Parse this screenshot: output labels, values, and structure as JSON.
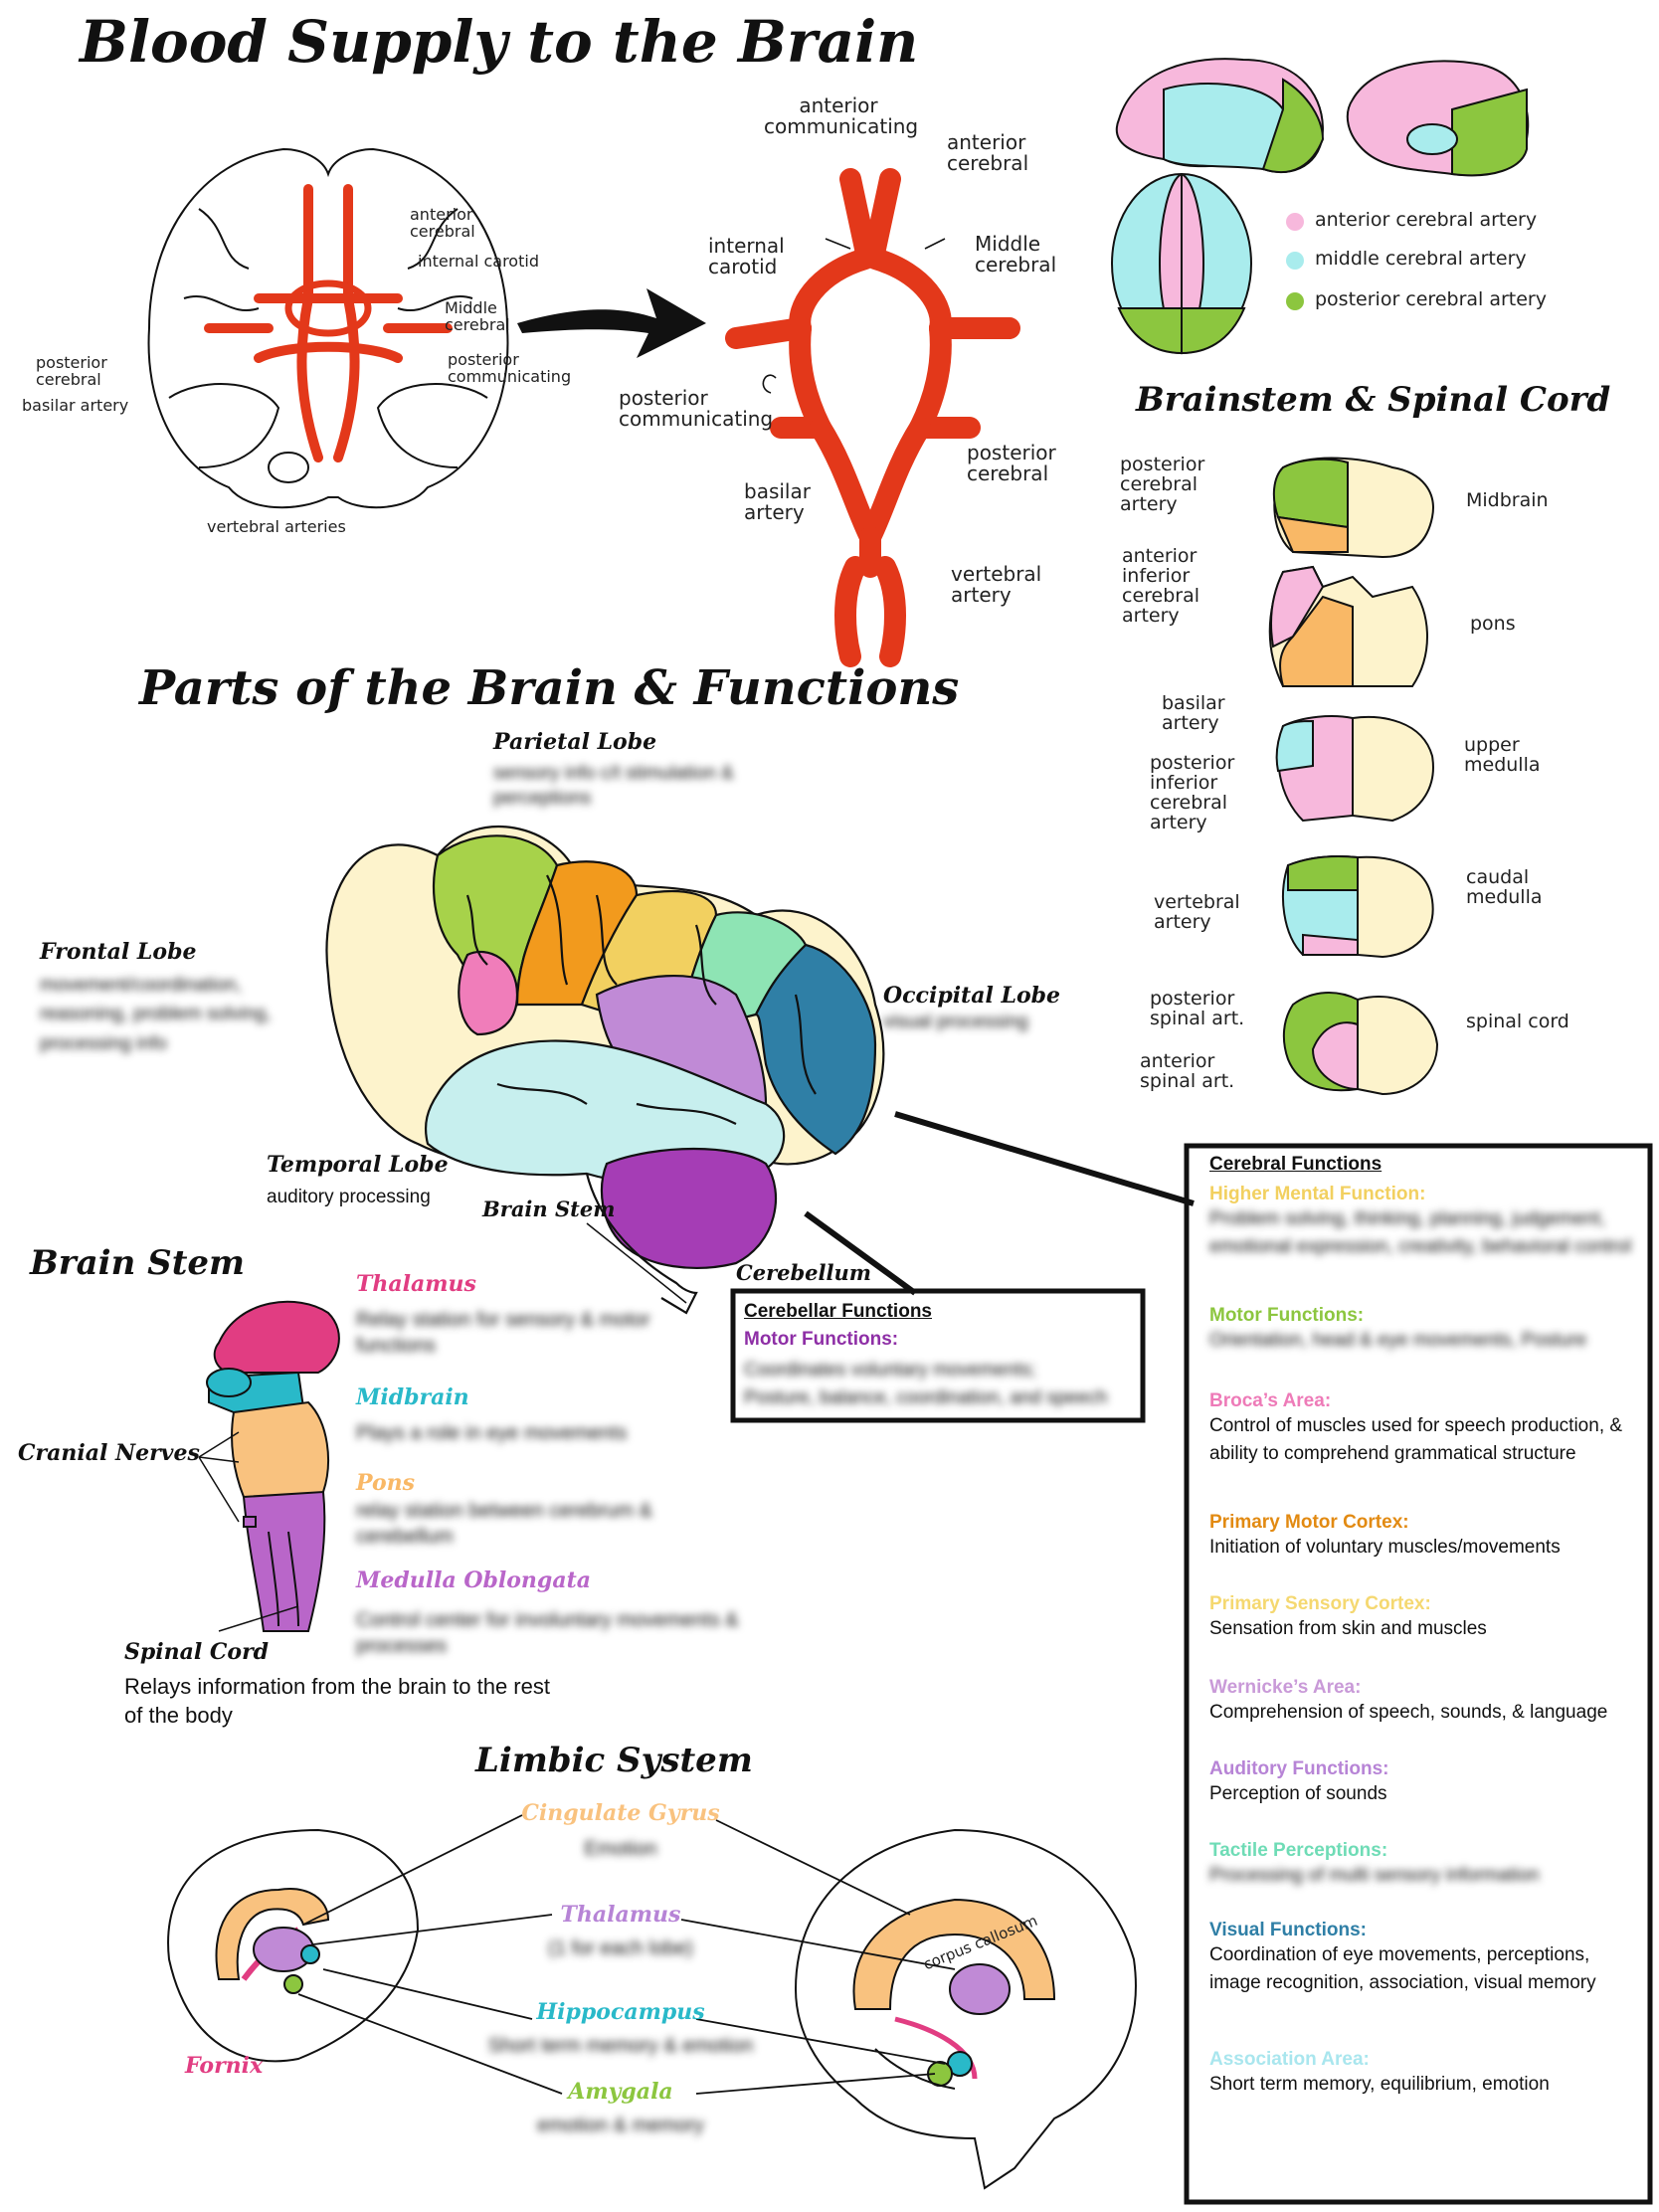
{
  "titles": {
    "blood_supply": "Blood Supply to the Brain",
    "parts": "Parts of the Brain & Functions",
    "brainstem_spinal": "Brainstem & Spinal Cord",
    "brain_stem": "Brain Stem",
    "limbic": "Limbic System"
  },
  "blood_supply": {
    "left_labels": [
      "anterior cerebral",
      "internal carotid",
      "Middle cerebral",
      "posterior communicating",
      "posterior cerebral",
      "basilar artery",
      "vertebral arteries"
    ],
    "right_labels": [
      "anterior communicating",
      "anterior cerebral",
      "internal carotid",
      "Middle cerebral",
      "posterior communicating",
      "posterior cerebral",
      "basilar artery",
      "vertebral artery"
    ]
  },
  "territory_legend": [
    {
      "label": "anterior cerebral artery",
      "color": "#f7b8dc"
    },
    {
      "label": "middle cerebral artery",
      "color": "#a9eced"
    },
    {
      "label": "posterior cerebral artery",
      "color": "#8cc63f"
    }
  ],
  "brainstem_sections": {
    "left_labels": [
      "posterior cerebral artery",
      "anterior inferior cerebral artery",
      "basilar artery",
      "posterior inferior cerebral artery",
      "vertebral artery",
      "posterior spinal art.",
      "anterior spinal art."
    ],
    "right_labels": [
      "Midbrain",
      "pons",
      "upper medulla",
      "caudal medulla",
      "spinal cord"
    ]
  },
  "lobes": {
    "parietal": {
      "name": "Parietal Lobe",
      "desc": "sensory info c/t stimulation & perceptions"
    },
    "frontal": {
      "name": "Frontal Lobe",
      "desc": "movement/coordination, reasoning, problem solving, processing info"
    },
    "occipital": {
      "name": "Occipital Lobe",
      "desc": "visual processing"
    },
    "temporal": {
      "name": "Temporal Lobe",
      "desc": "auditory processing"
    },
    "brain_stem": {
      "name": "Brain Stem"
    },
    "cerebellum": {
      "name": "Cerebellum"
    }
  },
  "cerebellar_box": {
    "title": "Cerebellar Functions",
    "heading": "Motor Functions:",
    "lines": [
      "Coordinates voluntary movements;",
      "Posture, balance, coordination, and speech"
    ]
  },
  "brain_stem_parts": {
    "cranial_nerves": "Cranial Nerves",
    "spinal_cord": "Spinal Cord",
    "spinal_cord_desc": "Relays information from the brain to the rest of the body",
    "thalamus": {
      "name": "Thalamus",
      "desc": "Relay station for sensory & motor functions"
    },
    "midbrain": {
      "name": "Midbrain",
      "desc": "Plays a role in eye movements"
    },
    "pons": {
      "name": "Pons",
      "desc": "relay station between cerebrum & cerebellum"
    },
    "medulla": {
      "name": "Medulla Oblongata",
      "desc": "Control center for involuntary movements & processes"
    }
  },
  "limbic": {
    "cingulate": {
      "name": "Cingulate Gyrus",
      "desc": "Emotion"
    },
    "thalamus": {
      "name": "Thalamus",
      "desc": "(1 for each lobe)"
    },
    "hippocampus": {
      "name": "Hippocampus",
      "desc": "Short term memory & emotion"
    },
    "amygdala": {
      "name": "Amygala",
      "desc": "emotion & memory"
    },
    "fornix": "Fornix",
    "corpus_callosum": "corpus callosum"
  },
  "cerebral_functions": {
    "title": "Cerebral Functions",
    "items": [
      {
        "heading": "Higher Mental Function:",
        "color": "#f2d060",
        "text": "Problem solving, thinking, planning, judgement, emotional expression, creativity, behavioral control"
      },
      {
        "heading": "Motor Functions:",
        "color": "#8cc63f",
        "text": "Orientation, head & eye movements, Posture"
      },
      {
        "heading": "Broca’s Area:",
        "color": "#ee7bb8",
        "text": "Control of muscles used for speech production, & ability to comprehend grammatical structure"
      },
      {
        "heading": "Primary Motor Cortex:",
        "color": "#e28a12",
        "text": "Initiation of voluntary muscles/movements"
      },
      {
        "heading": "Primary Sensory Cortex:",
        "color": "#f5d870",
        "text": "Sensation from skin and muscles"
      },
      {
        "heading": "Wernicke’s Area:",
        "color": "#c99ad8",
        "text": "Comprehension of speech, sounds, & language"
      },
      {
        "heading": "Auditory Functions:",
        "color": "#b784d6",
        "text": "Perception of sounds"
      },
      {
        "heading": "Tactile Perceptions:",
        "color": "#6fdcb6",
        "text": "Processing of multi sensory information"
      },
      {
        "heading": "Visual Functions:",
        "color": "#2f7fa6",
        "text": "Coordination of eye movements, perceptions, image recognition, association, visual memory"
      },
      {
        "heading": "Association Area:",
        "color": "#a9e6ee",
        "text": "Short term memory, equilibrium, emotion"
      }
    ]
  }
}
